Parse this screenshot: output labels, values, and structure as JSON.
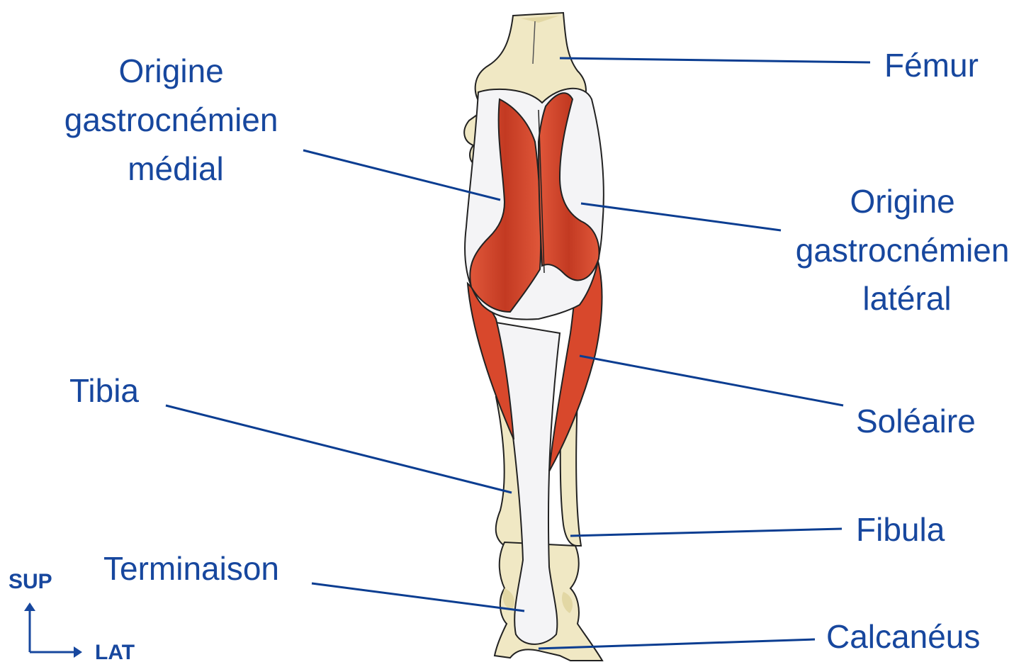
{
  "labels": {
    "femur": "Fémur",
    "gastro_medial": [
      "Origine",
      "gastrocnémien",
      "médial"
    ],
    "gastro_lateral": [
      "Origine",
      "gastrocnémien",
      "latéral"
    ],
    "tibia": "Tibia",
    "soleaire": "Soléaire",
    "fibula": "Fibula",
    "terminaison": "Terminaison",
    "calcaneus": "Calcanéus"
  },
  "orientation": {
    "up": "SUP",
    "right": "LAT"
  },
  "colors": {
    "label": "#17479e",
    "leader": "#0b3d91",
    "muscle": "#d8482c",
    "bone": "#f0e8c4",
    "tendon": "#f4f4f6"
  }
}
